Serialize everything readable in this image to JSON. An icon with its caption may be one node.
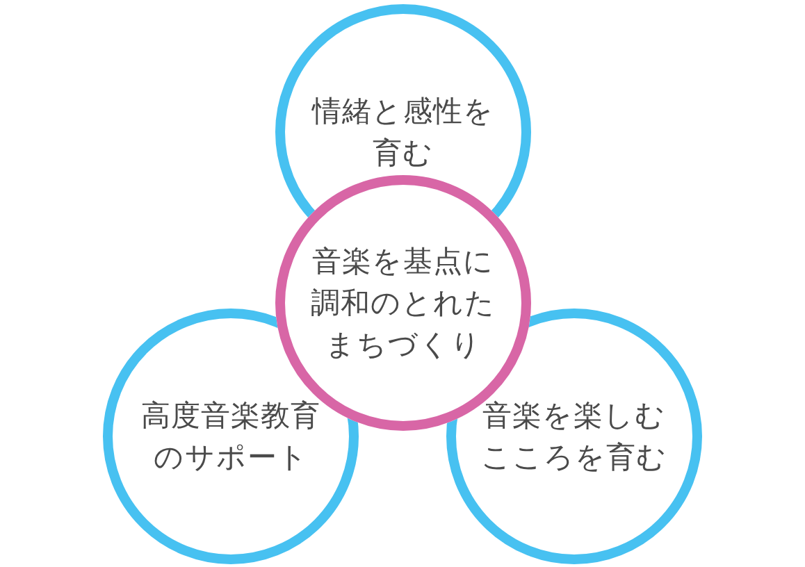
{
  "diagram": {
    "nodes": [
      {
        "text": [
          "情緒と感性を育む"
        ]
      },
      {
        "text": [
          "音楽を基点に調和のとれたまちづくり"
        ]
      },
      {
        "text": [
          "高度音楽教育のサポート"
        ]
      },
      {
        "text": [
          "音楽を楽しむこころを育む"
        ]
      }
    ]
  }
}
